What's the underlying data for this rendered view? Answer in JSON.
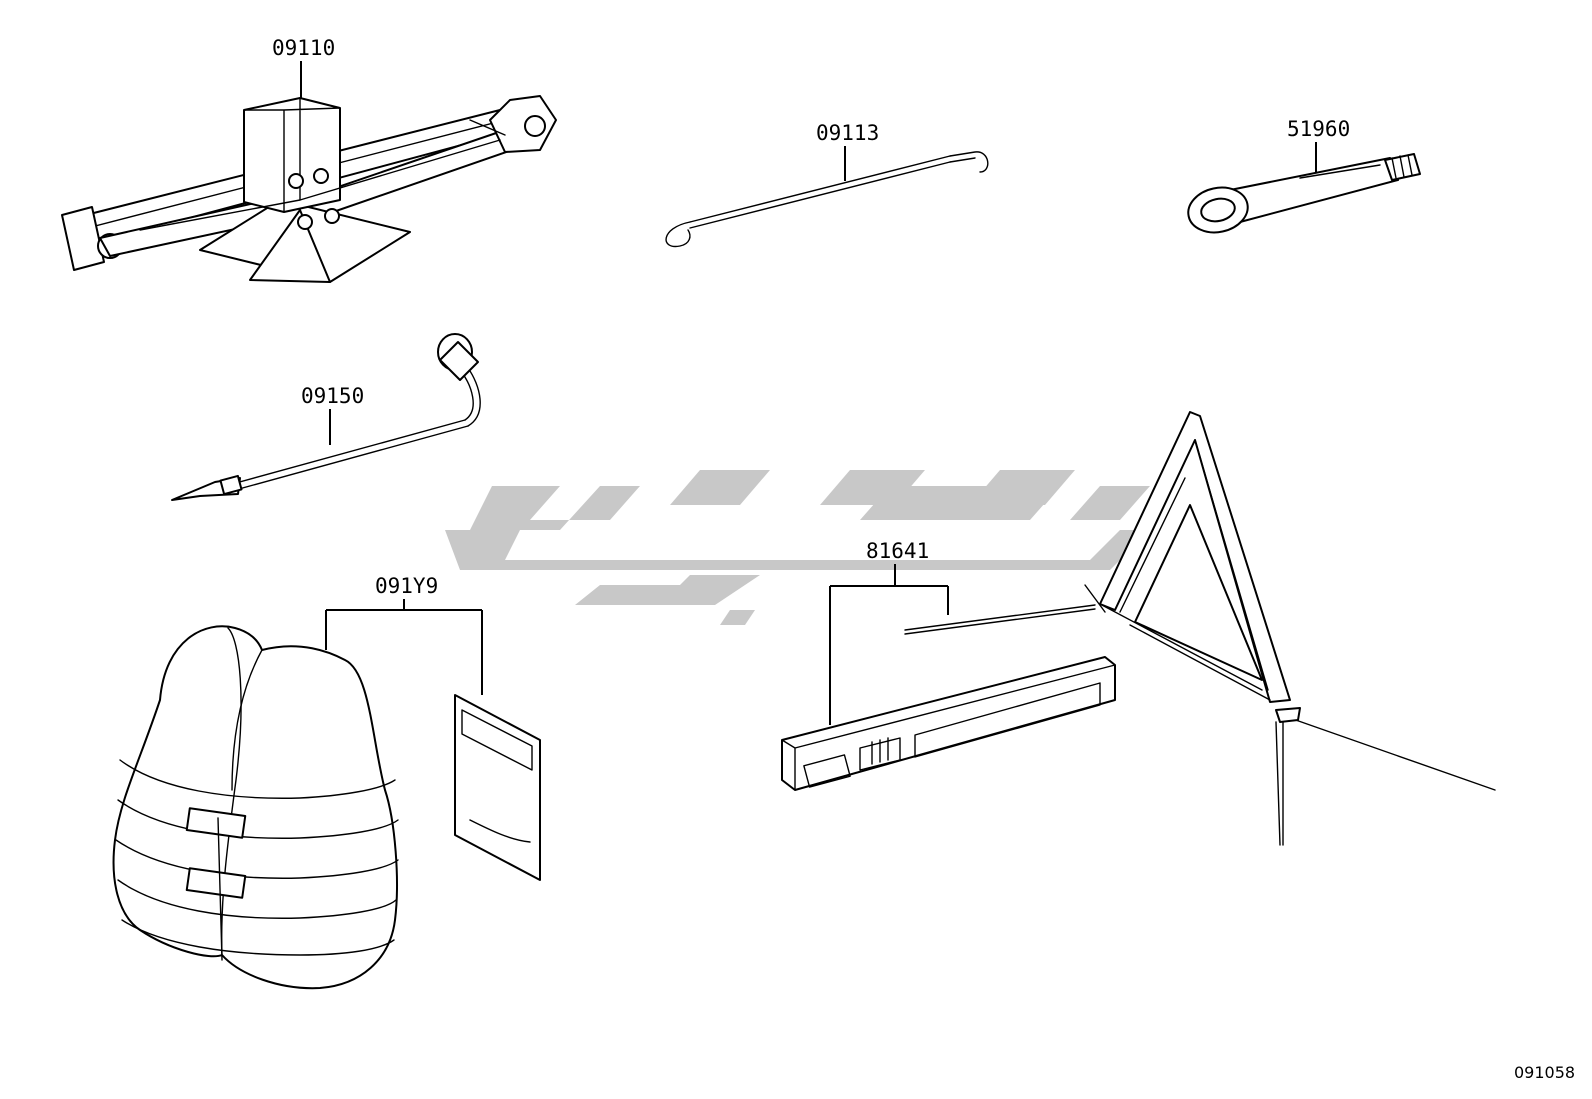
{
  "parts": [
    {
      "id": "jack",
      "number": "09110"
    },
    {
      "id": "jack-handle",
      "number": "09113"
    },
    {
      "id": "towing-eye",
      "number": "51960"
    },
    {
      "id": "wheel-wrench",
      "number": "09150"
    },
    {
      "id": "safety-vest",
      "number": "091Y9"
    },
    {
      "id": "warning-triangle",
      "number": "81641"
    }
  ],
  "document_number": "091058",
  "icons": [
    "scissor-jack-icon",
    "jack-handle-rod-icon",
    "towing-eye-icon",
    "wheel-nut-wrench-icon",
    "safety-vest-icon",
    "vest-pouch-icon",
    "warning-triangle-icon",
    "triangle-case-icon",
    "watermark-logo-icon"
  ]
}
